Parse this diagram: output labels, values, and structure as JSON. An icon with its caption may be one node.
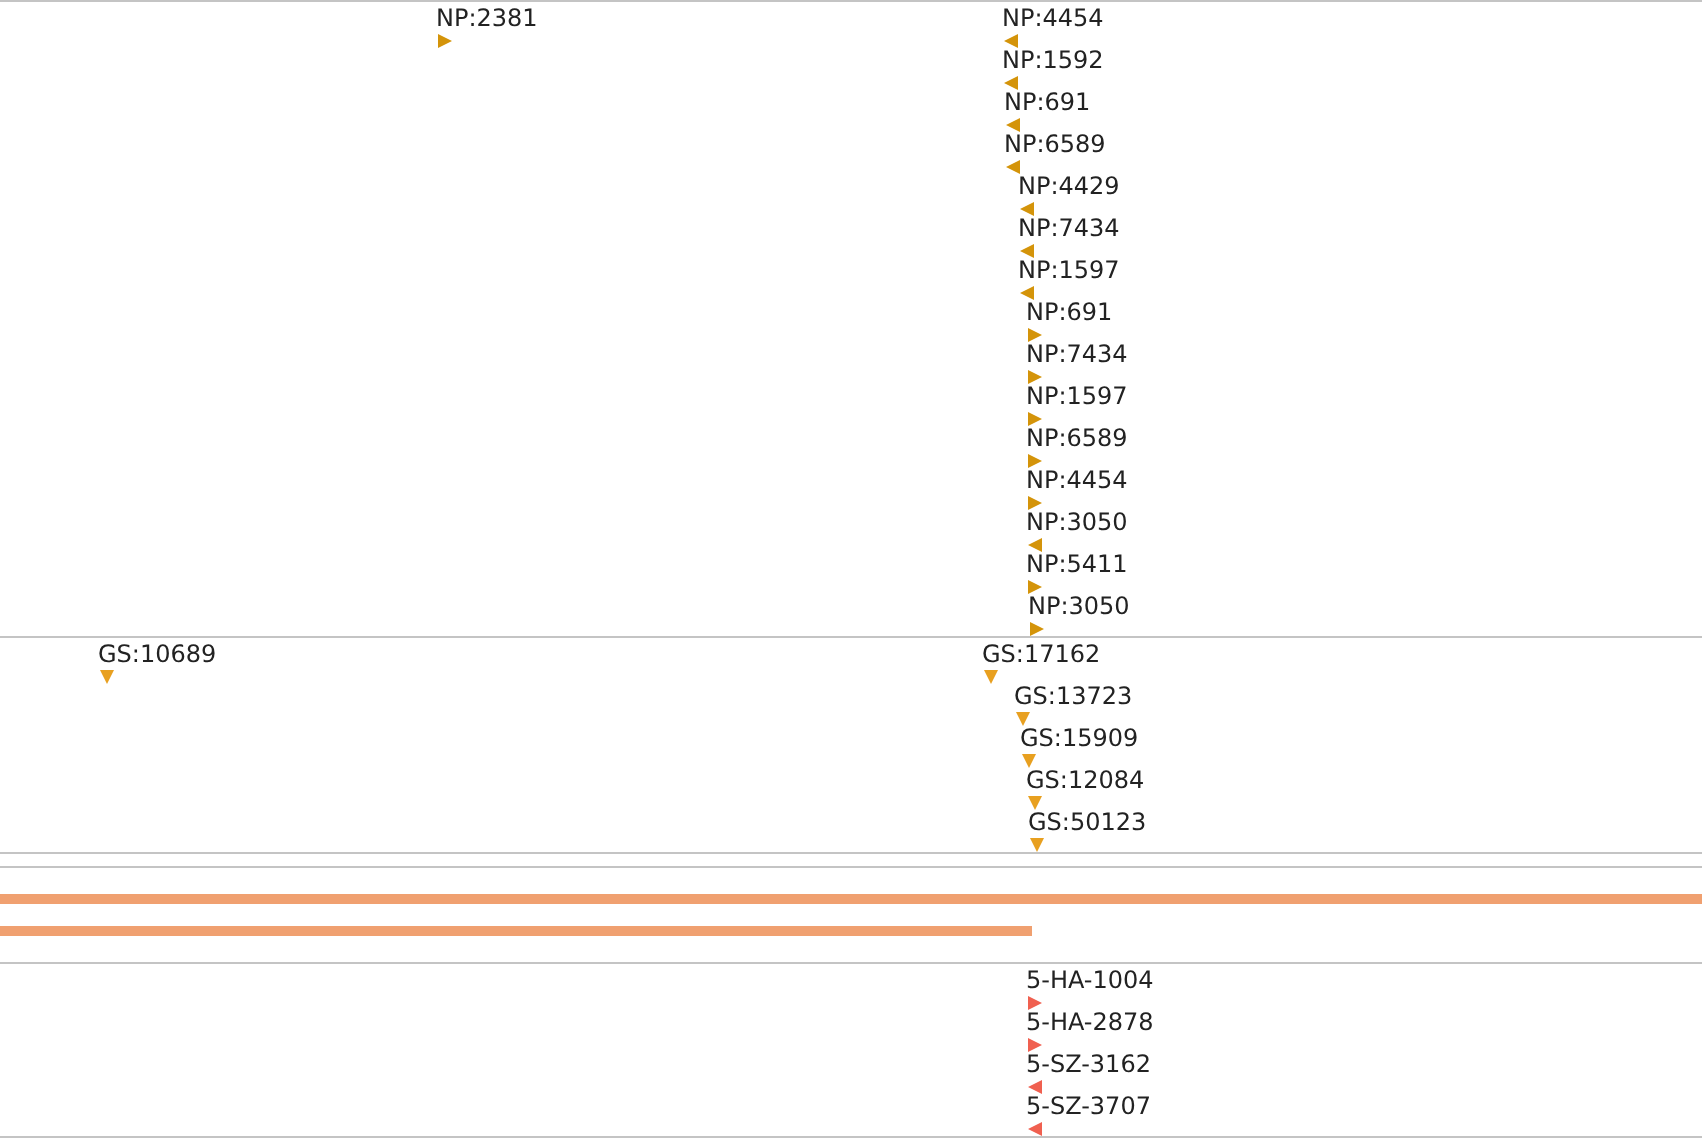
{
  "diagram": {
    "labels": [
      "NP:2381",
      "NP:4454",
      "NP:1592",
      "NP:691",
      "NP:6589",
      "NP:4429",
      "NP:7434",
      "NP:1597",
      "NP:691",
      "NP:7434",
      "NP:1597",
      "NP:6589",
      "NP:4454",
      "NP:3050",
      "NP:5411",
      "NP:3050",
      "GS:10689",
      "GS:17162",
      "GS:13723",
      "GS:15909",
      "GS:12084",
      "GS:50123",
      "5-HA-1004",
      "5-HA-2878",
      "5-SZ-3162",
      "5-SZ-3707"
    ]
  }
}
